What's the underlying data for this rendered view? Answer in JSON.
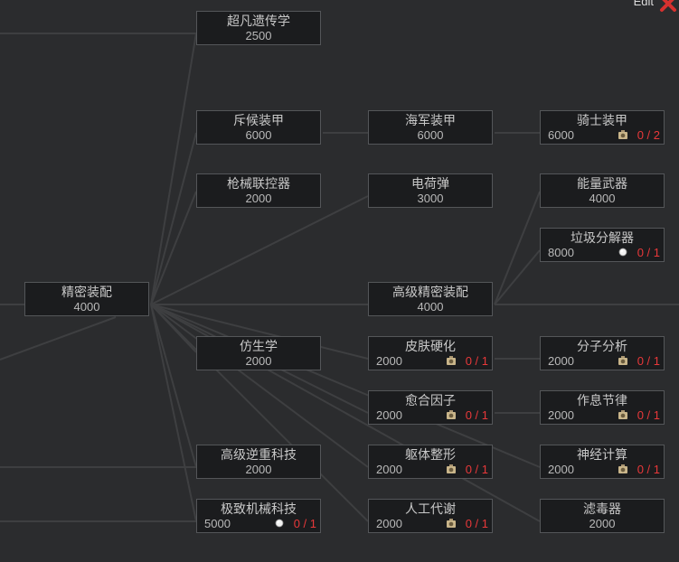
{
  "edit_label": "Edit",
  "colors": {
    "background": "#2b2c2e",
    "node_bg": "#1b1c1e",
    "node_border": "#545659",
    "link": "#3e3f41",
    "requirement": "#e8383a",
    "close": "#d8312f"
  },
  "nodes": {
    "superhuman_genetics": {
      "name": "超凡遗传学",
      "cost": "2500"
    },
    "scout_armor": {
      "name": "斥候装甲",
      "cost": "6000"
    },
    "naval_armor": {
      "name": "海军装甲",
      "cost": "6000"
    },
    "knight_armor": {
      "name": "骑士装甲",
      "cost": "6000",
      "req_icon": "machine-part-icon",
      "req": "0 / 2"
    },
    "gun_link": {
      "name": "枪械联控器",
      "cost": "2000"
    },
    "charge_shot": {
      "name": "电荷弹",
      "cost": "3000"
    },
    "energy_weapons": {
      "name": "能量武器",
      "cost": "4000"
    },
    "deconstructor": {
      "name": "垃圾分解器",
      "cost": "8000",
      "req_icon": "orb-icon",
      "req": "0 / 1"
    },
    "precision_assembly": {
      "name": "精密装配",
      "cost": "4000"
    },
    "adv_precision_assembly": {
      "name": "高级精密装配",
      "cost": "4000"
    },
    "bionics": {
      "name": "仿生学",
      "cost": "2000"
    },
    "skin_hardening": {
      "name": "皮肤硬化",
      "cost": "2000",
      "req_icon": "machine-part-icon",
      "req": "0 / 1"
    },
    "molecular_analysis": {
      "name": "分子分析",
      "cost": "2000",
      "req_icon": "machine-part-icon",
      "req": "0 / 1"
    },
    "healing_factors": {
      "name": "愈合因子",
      "cost": "2000",
      "req_icon": "machine-part-icon",
      "req": "0 / 1"
    },
    "circadian_rhythm": {
      "name": "作息节律",
      "cost": "2000",
      "req_icon": "machine-part-icon",
      "req": "0 / 1"
    },
    "adv_reverse_engineering": {
      "name": "高级逆重科技",
      "cost": "2000"
    },
    "body_shaping": {
      "name": "躯体整形",
      "cost": "2000",
      "req_icon": "machine-part-icon",
      "req": "0 / 1"
    },
    "neural_computing": {
      "name": "神经计算",
      "cost": "2000",
      "req_icon": "machine-part-icon",
      "req": "0 / 1"
    },
    "ultra_mechtech": {
      "name": "极致机械科技",
      "cost": "5000",
      "req_icon": "orb-icon",
      "req": "0 / 1"
    },
    "artificial_metabolism": {
      "name": "人工代谢",
      "cost": "2000",
      "req_icon": "machine-part-icon",
      "req": "0 / 1"
    },
    "filter": {
      "name": "滤毒器",
      "cost": "2000"
    }
  }
}
